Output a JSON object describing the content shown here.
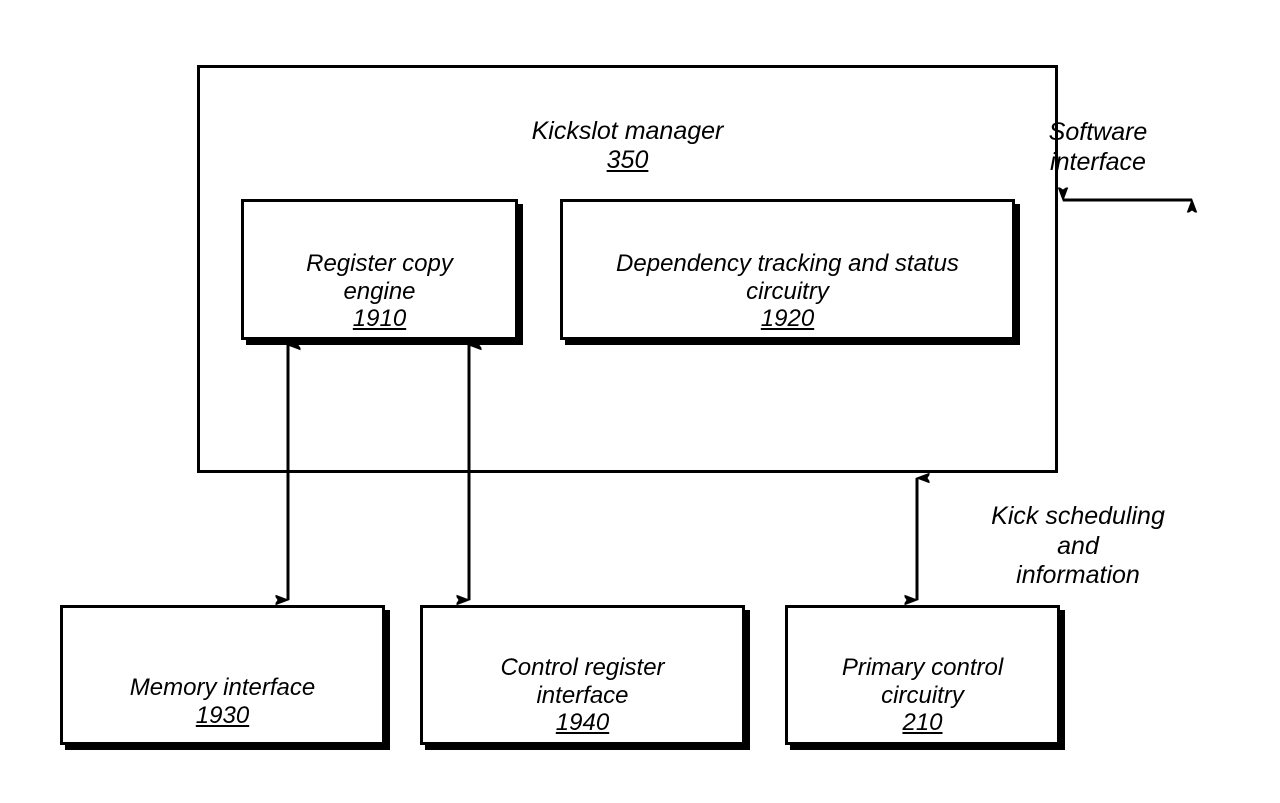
{
  "figure": {
    "type": "block-diagram",
    "background_color": "#ffffff",
    "line_color": "#000000"
  },
  "outer_block": {
    "title": "Kickslot manager",
    "ref": "350"
  },
  "inner_blocks": [
    {
      "id": "register-copy-engine",
      "title": "Register copy\nengine",
      "ref": "1910"
    },
    {
      "id": "dependency-tracking-status-circuitry",
      "title": "Dependency tracking and status\ncircuitry",
      "ref": "1920"
    }
  ],
  "lower_blocks": [
    {
      "id": "memory-interface",
      "title": "Memory interface",
      "ref": "1930"
    },
    {
      "id": "control-register-interface",
      "title": "Control register\ninterface",
      "ref": "1940"
    },
    {
      "id": "primary-control-circuitry",
      "title": "Primary control\ncircuitry",
      "ref": "210"
    }
  ],
  "annotations": [
    {
      "id": "software-interface",
      "text": "Software\ninterface"
    },
    {
      "id": "kick-scheduling-and-information",
      "text": "Kick scheduling and\ninformation"
    }
  ],
  "connectors": [
    {
      "id": "register-copy-engine-to-memory-interface",
      "style": "double-headed-arrow",
      "orientation": "vertical"
    },
    {
      "id": "register-copy-engine-to-control-register-interface",
      "style": "double-headed-arrow",
      "orientation": "vertical"
    },
    {
      "id": "kickslot-manager-to-primary-control-circuitry",
      "style": "double-headed-arrow",
      "orientation": "vertical"
    },
    {
      "id": "kickslot-manager-to-software-interface",
      "style": "double-headed-arrow",
      "orientation": "horizontal"
    }
  ]
}
